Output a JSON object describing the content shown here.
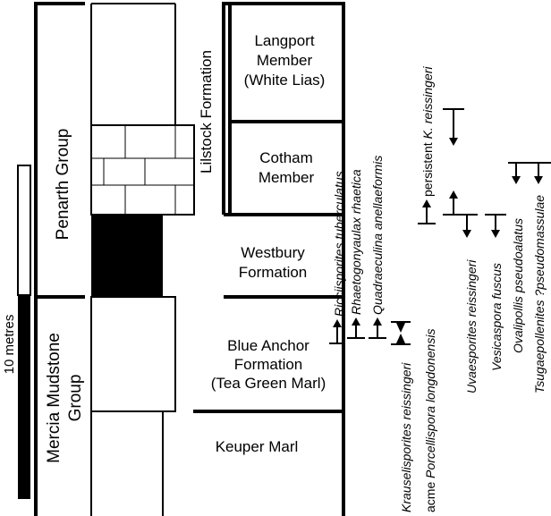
{
  "scale_bar": {
    "label": "10 metres"
  },
  "groups": {
    "penarth": "Penarth Group",
    "mercia": [
      "Mercia Mudstone",
      "Group"
    ]
  },
  "formations": {
    "lilstock": "Lilstock Formation",
    "langport": [
      "Langport",
      "Member",
      "(White Lias)"
    ],
    "cotham": [
      "Cotham",
      "Member"
    ],
    "westbury": [
      "Westbury",
      "Formation"
    ],
    "blue_anchor": [
      "Blue Anchor",
      "Formation",
      "(Tea Green Marl)"
    ],
    "keuper": "Keuper Marl"
  },
  "biostratigraphy": {
    "ricciisporites": "Ricciisporites tuberculatus",
    "rhaetogonyaulax": "Rhaetogonyaulax rhaetica",
    "quadraeculina": "Quadraeculina anellaeformis",
    "persistent_prefix": "persistent ",
    "persistent_taxon": "K. reissingeri",
    "krauselisporites": "Krauselisporites reissingeri",
    "acme_prefix": "acme ",
    "porcellispora": "Porcellispora longdonensis",
    "uvaesporites": "Uvaesporites reissingeri",
    "vesicaspora": "Vesicaspora fuscus",
    "ovalipollis": "Ovalipollis pseudoalatus",
    "tsugaepollenites": "Tsugaepollenites ?pseudomassulae"
  }
}
